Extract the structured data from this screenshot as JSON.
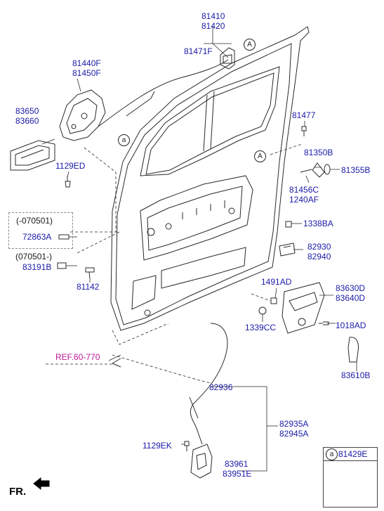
{
  "labels": {
    "p81410": "81410",
    "p81420": "81420",
    "p81471f": "81471F",
    "p81440f": "81440F",
    "p81450f": "81450F",
    "p83650": "83650",
    "p83660": "83660",
    "p81477": "81477",
    "p81350b": "81350B",
    "p81355b": "81355B",
    "p81456c": "81456C",
    "p1240af": "1240AF",
    "p1129ed_top": "1129ED",
    "date_range_1": "(-070501)",
    "p72863a": "72863A",
    "date_range_2": "(070501-)",
    "p83191b": "83191B",
    "p81142": "81142",
    "p1338ba": "1338BA",
    "p82930": "82930",
    "p82940": "82940",
    "p1491ad": "1491AD",
    "p83630d": "83630D",
    "p83640d": "83640D",
    "p1339cc": "1339CC",
    "p1018ad": "1018AD",
    "p83610b": "83610B",
    "ref": "REF.60-770",
    "p82936": "82936",
    "p82935a": "82935A",
    "p82945a": "82945A",
    "p1129ek": "1129EK",
    "p83961": "83961",
    "p83951e": "83951E",
    "inset_part": "81429E",
    "fr": "FR."
  },
  "callouts": {
    "a_top": "A",
    "a_mid": "A",
    "a_left": "a",
    "a_inset": "a"
  },
  "colors": {
    "part_number": "#1a1aa8",
    "reference": "#c0189a",
    "line_art": "#2a2a2a"
  }
}
